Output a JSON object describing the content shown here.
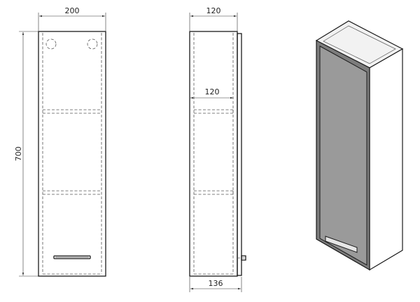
{
  "dimensions": {
    "front_width": "200",
    "side_depth_top": "120",
    "inner_shelf_depth": "120",
    "height": "700",
    "side_depth_bottom": "136"
  },
  "colors": {
    "line": "#1a1a1a",
    "door_front": "#9a9a9a",
    "door_edge": "#7c7c7c",
    "body_side": "#ffffff",
    "top_face": "#f2f2f2",
    "handle": "#e6e6e6"
  },
  "icons": [
    "hinge-circle-icon",
    "door-handle-icon",
    "arrow-tick-icon"
  ]
}
